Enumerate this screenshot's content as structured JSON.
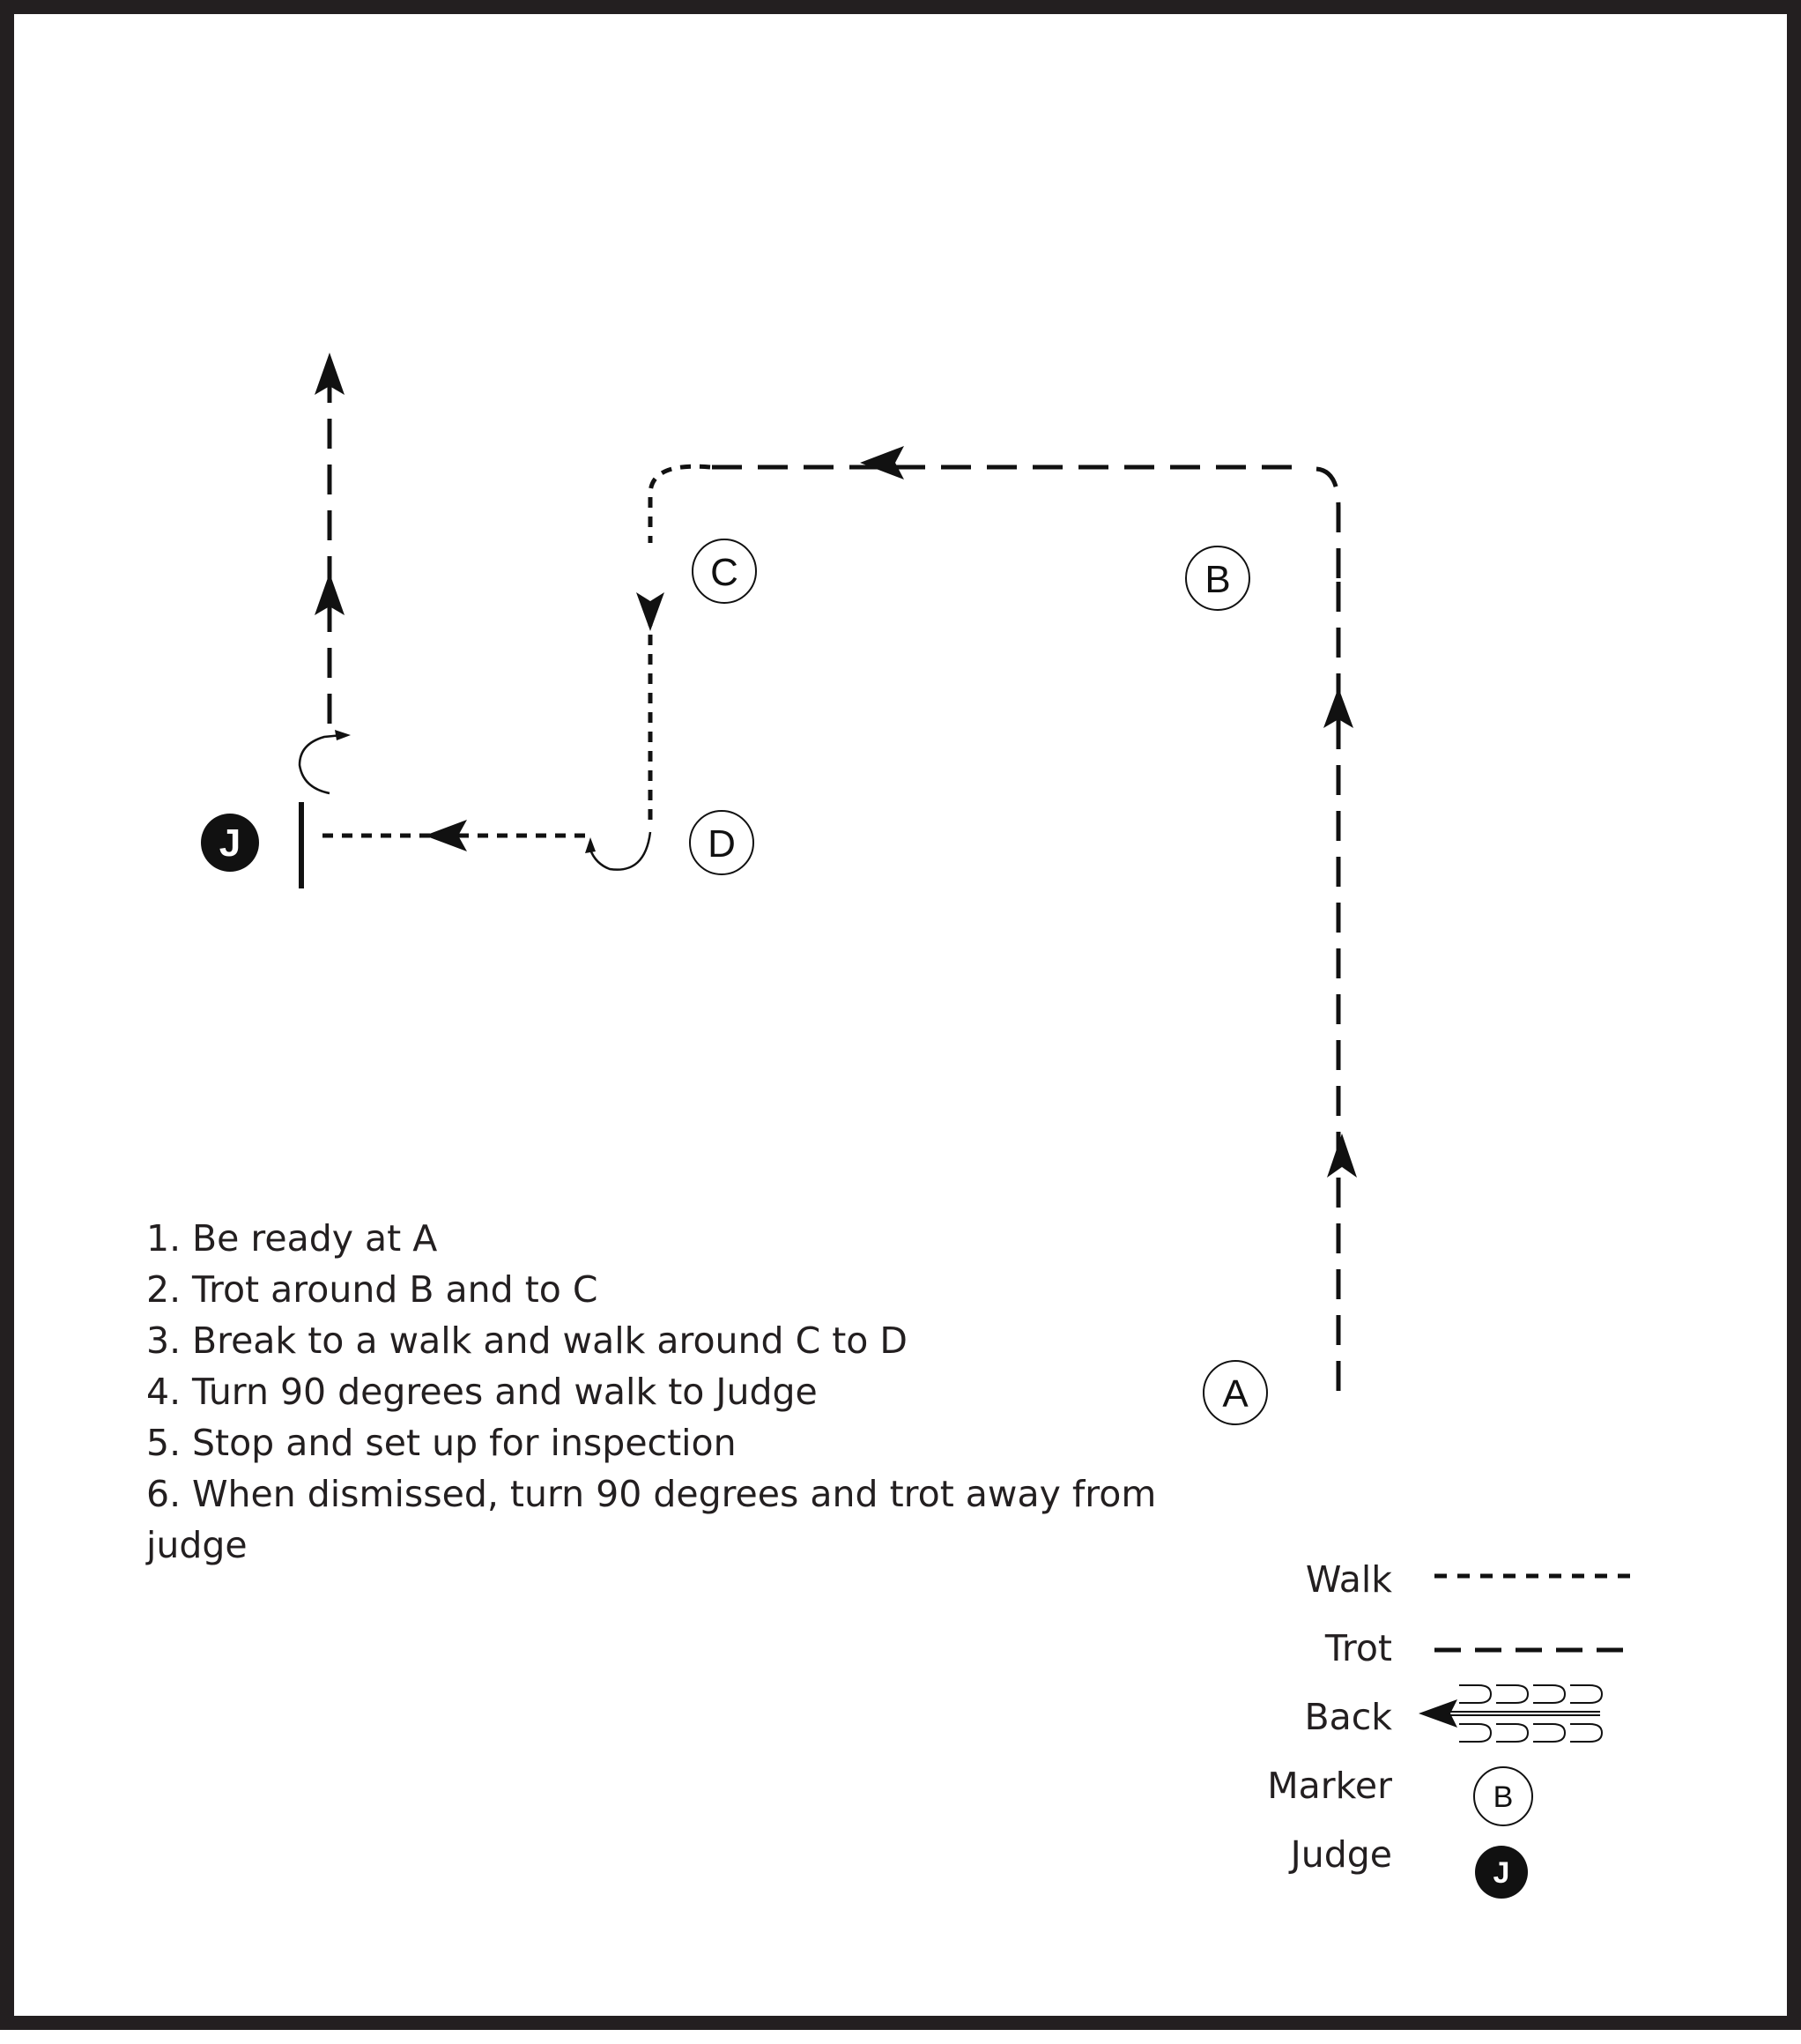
{
  "markers": {
    "a": "A",
    "b": "B",
    "c": "C",
    "d": "D",
    "judge": "J"
  },
  "instructions": [
    {
      "num": "1.",
      "text": "Be ready at A"
    },
    {
      "num": "2.",
      "text": "Trot around B and to C"
    },
    {
      "num": "3.",
      "text": "Break to a walk and walk around C to D"
    },
    {
      "num": "4.",
      "text": "Turn 90 degrees and walk to Judge"
    },
    {
      "num": "5.",
      "text": "Stop and set up for inspection"
    },
    {
      "num": "6.",
      "text": "When dismissed, turn 90 degrees and trot away from judge"
    }
  ],
  "legend": {
    "walk": "Walk",
    "trot": "Trot",
    "back": "Back",
    "marker": "Marker",
    "judge": "Judge",
    "marker_sample": "B",
    "judge_sample": "J"
  },
  "colors": {
    "ink": "#111111",
    "frame": "#231f20",
    "background": "#ffffff"
  }
}
